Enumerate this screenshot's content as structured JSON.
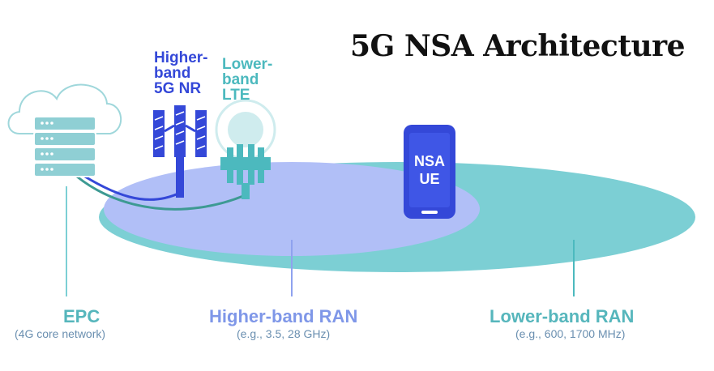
{
  "title": "5G NSA Architecture",
  "towers": {
    "higher_band": {
      "lines": [
        "Higher-",
        "band",
        "5G NR"
      ],
      "color": "#3448d8"
    },
    "lower_band": {
      "lines": [
        "Lower-",
        "band",
        "LTE"
      ],
      "color": "#4cb9be"
    }
  },
  "device": {
    "lines": [
      "NSA",
      "UE"
    ],
    "color": "#3448d8"
  },
  "labels": {
    "epc": {
      "title": "EPC",
      "subtitle": "(4G core network)"
    },
    "higher_ran": {
      "title": "Higher-band RAN",
      "subtitle": "(e.g., 3.5, 28 GHz)"
    },
    "lower_ran": {
      "title": "Lower-band RAN",
      "subtitle": "(e.g., 600, 1700 MHz)"
    }
  },
  "colors": {
    "lower_band_area": "#7ccfd4",
    "higher_band_area": "#b1bff7",
    "accent_blue": "#3448d8",
    "accent_teal": "#4cb9be",
    "server": "#8fcfd4"
  }
}
